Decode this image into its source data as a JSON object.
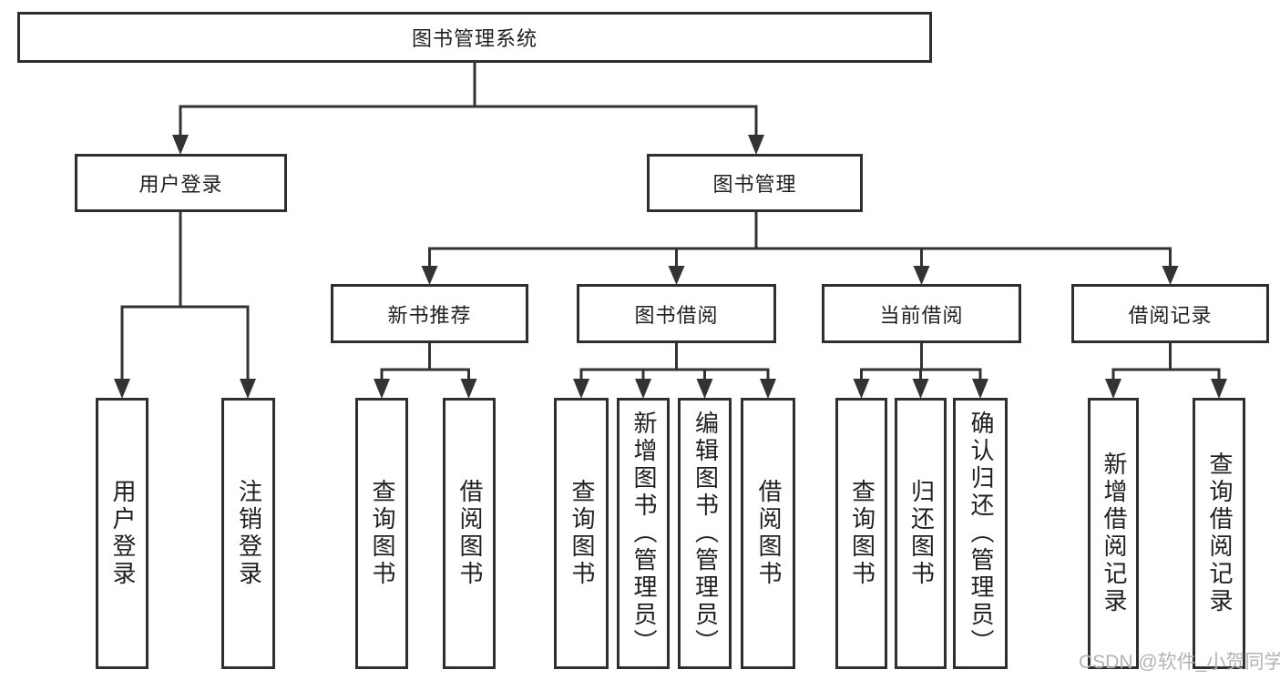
{
  "tree": {
    "root": {
      "label": "图书管理系统"
    },
    "level2": [
      {
        "label": "用户登录",
        "leaves": [
          "用户登录",
          "注销登录"
        ]
      },
      {
        "label": "图书管理",
        "children": [
          {
            "label": "新书推荐",
            "leaves": [
              "查询图书",
              "借阅图书"
            ]
          },
          {
            "label": "图书借阅",
            "leaves": [
              "查询图书",
              "新增图书（管理员）",
              "编辑图书（管理员）",
              "借阅图书"
            ]
          },
          {
            "label": "当前借阅",
            "leaves": [
              "查询图书",
              "归还图书",
              "确认归还（管理员）"
            ]
          },
          {
            "label": "借阅记录",
            "leaves": [
              "新增借阅记录",
              "查询借阅记录"
            ]
          }
        ]
      }
    ]
  },
  "watermark": "CSDN @软件_小贺同学",
  "colors": {
    "background": "#ffffff",
    "box_fill": "#ffffff",
    "box_border": "#2f2f2f",
    "line": "#333333",
    "text": "#1f1f1f",
    "watermark": "#b3b3b3"
  }
}
